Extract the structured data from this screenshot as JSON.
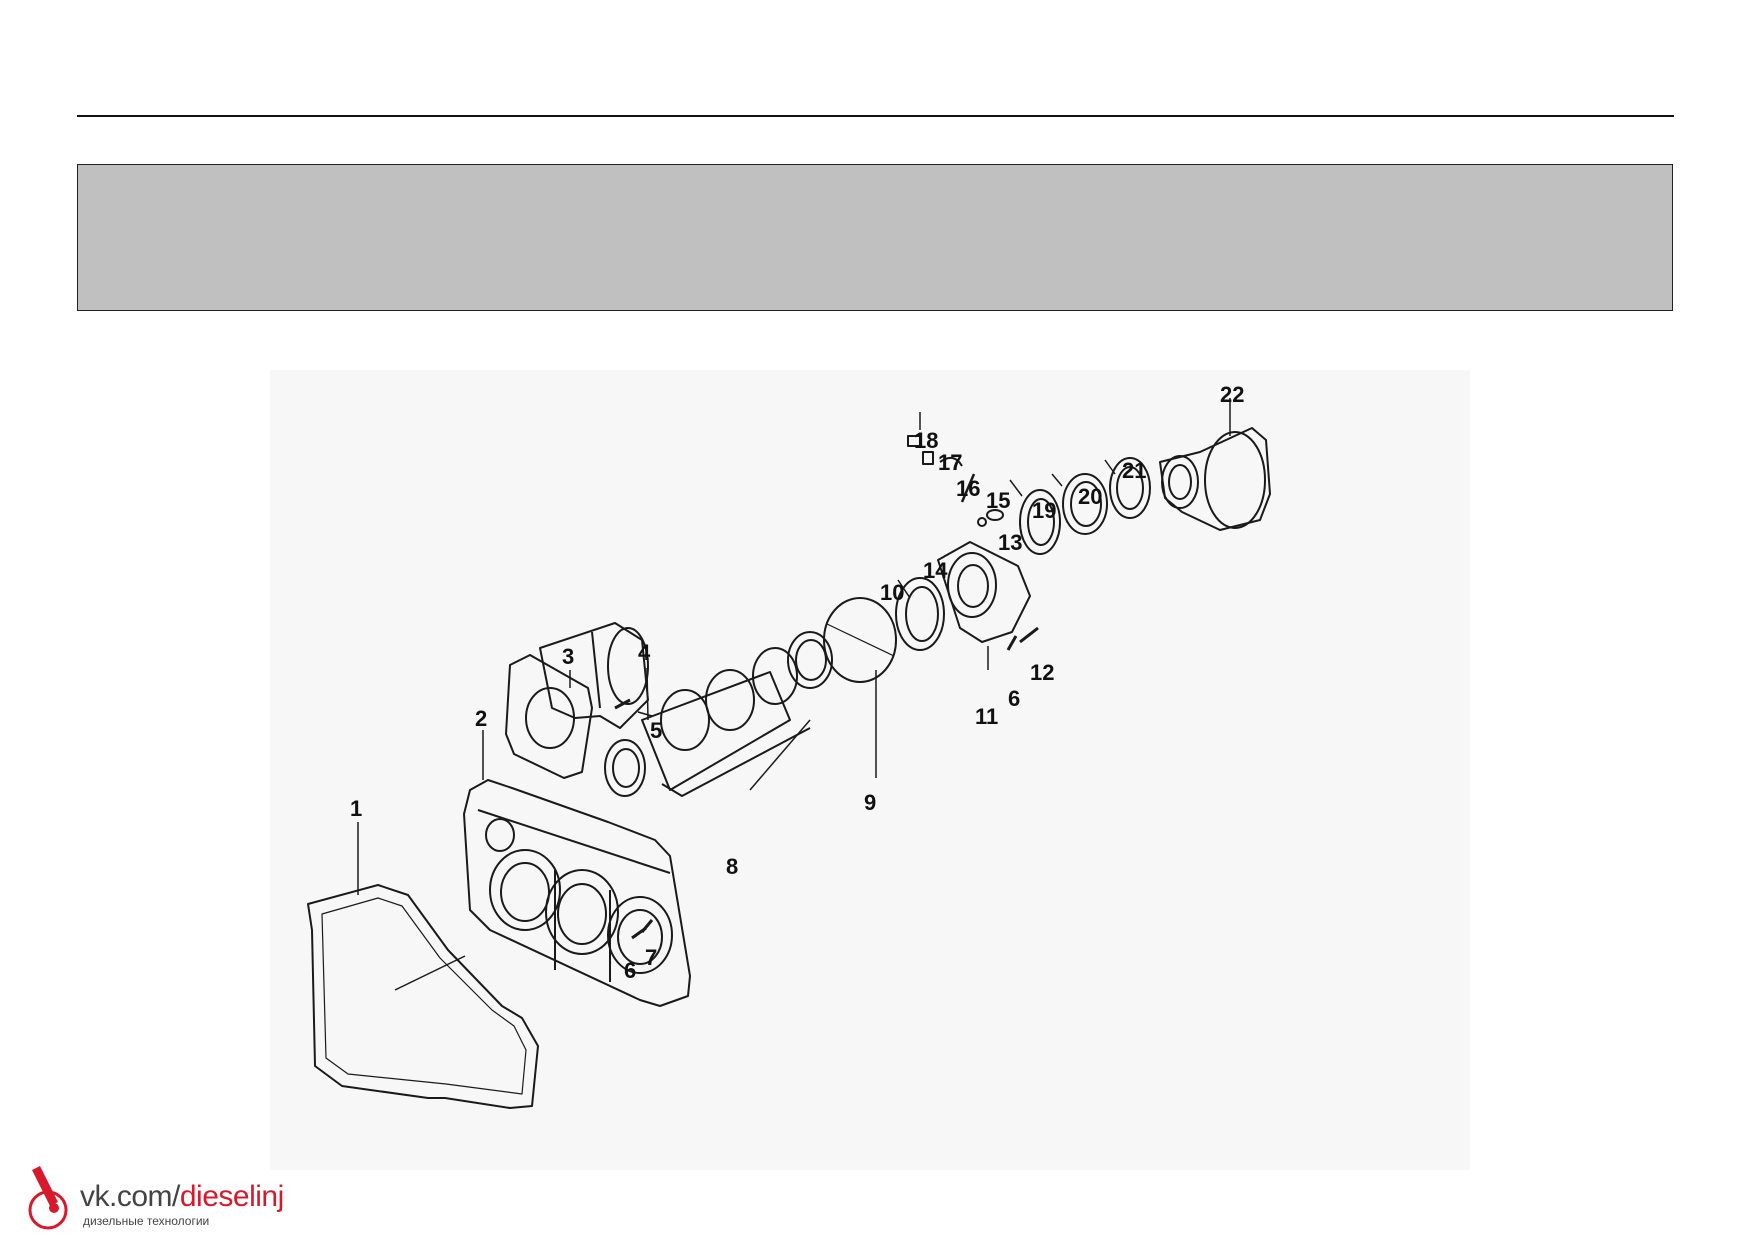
{
  "diagram": {
    "callouts": [
      {
        "id": "1",
        "label": "1"
      },
      {
        "id": "2",
        "label": "2"
      },
      {
        "id": "3",
        "label": "3"
      },
      {
        "id": "4",
        "label": "4"
      },
      {
        "id": "5",
        "label": "5"
      },
      {
        "id": "6a",
        "label": "6"
      },
      {
        "id": "7",
        "label": "7"
      },
      {
        "id": "8",
        "label": "8"
      },
      {
        "id": "9",
        "label": "9"
      },
      {
        "id": "10",
        "label": "10"
      },
      {
        "id": "11",
        "label": "11"
      },
      {
        "id": "6b",
        "label": "6"
      },
      {
        "id": "12",
        "label": "12"
      },
      {
        "id": "13",
        "label": "13"
      },
      {
        "id": "14",
        "label": "14"
      },
      {
        "id": "15",
        "label": "15"
      },
      {
        "id": "16",
        "label": "16"
      },
      {
        "id": "17",
        "label": "17"
      },
      {
        "id": "18",
        "label": "18"
      },
      {
        "id": "19",
        "label": "19"
      },
      {
        "id": "20",
        "label": "20"
      },
      {
        "id": "21",
        "label": "21"
      },
      {
        "id": "22",
        "label": "22"
      }
    ]
  },
  "logo": {
    "prefix": "vk.com/",
    "accent": "dieselinj",
    "subtitle": "дизельные технологии",
    "accent_color": "#d8192c"
  }
}
